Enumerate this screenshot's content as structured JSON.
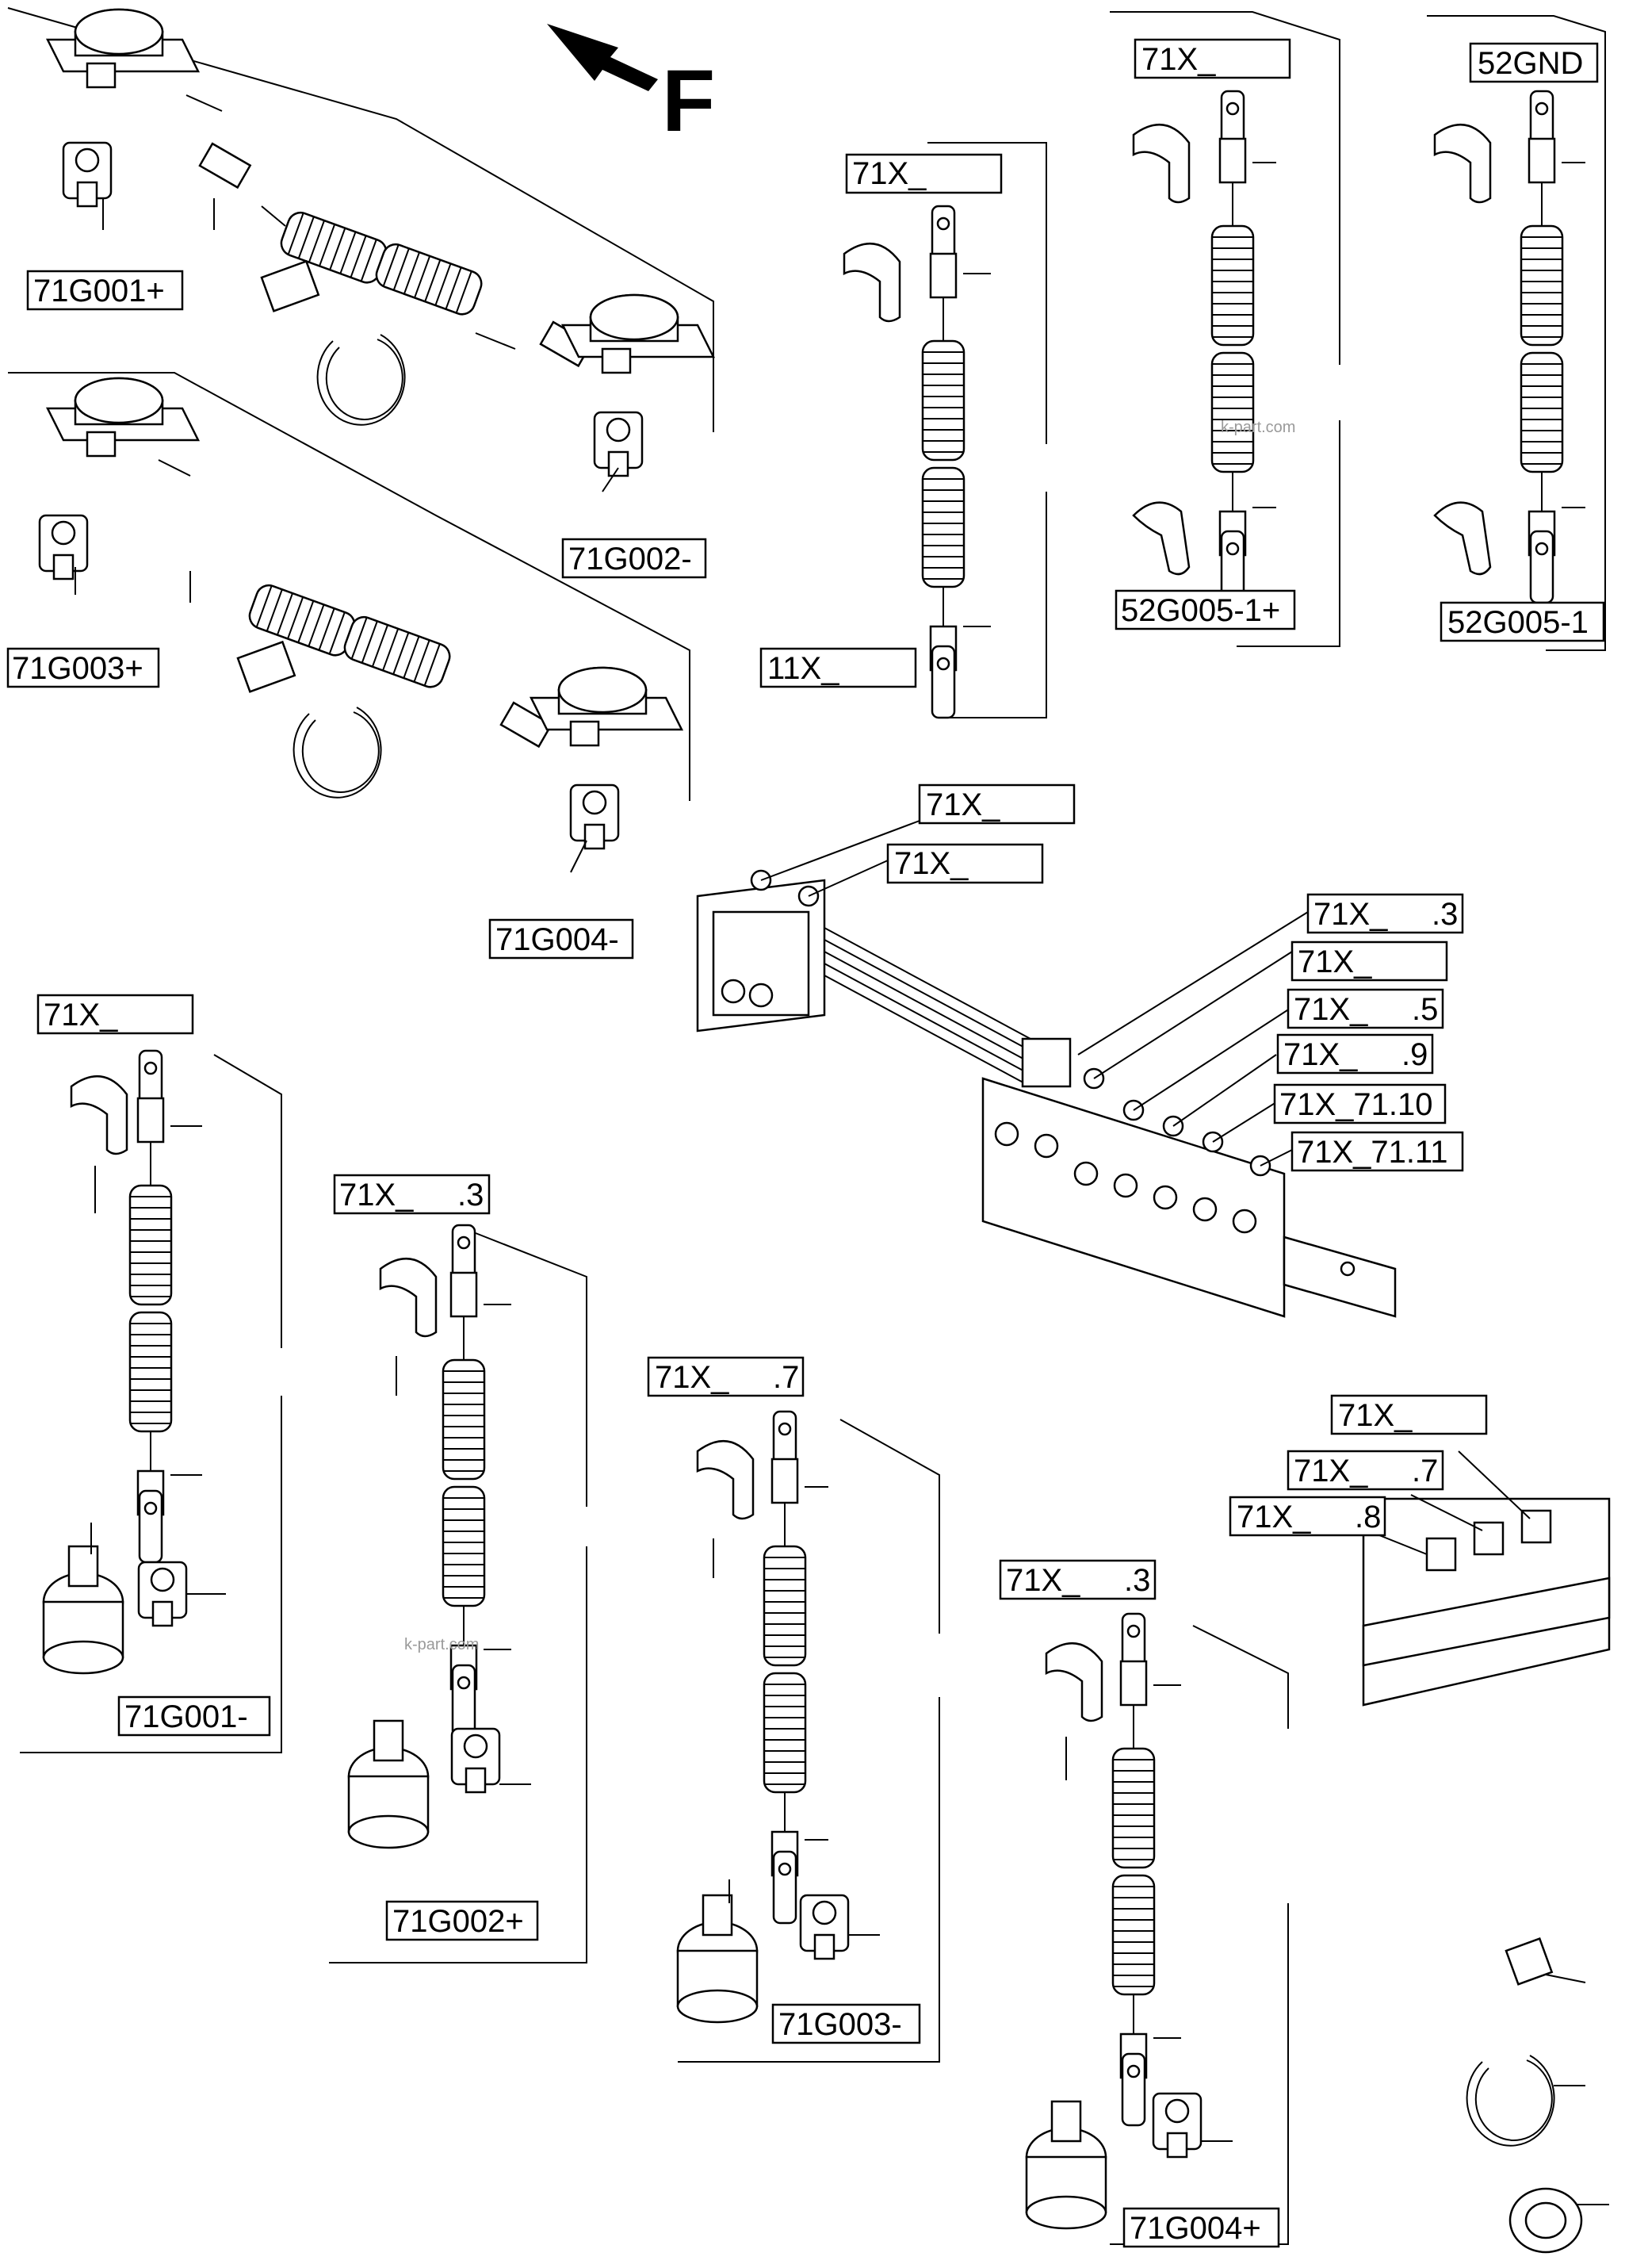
{
  "direction_marker": {
    "letter": "F"
  },
  "labels": {
    "g001p": "71G001+",
    "g002m": "71G002-",
    "g003p": "71G003+",
    "g004m": "71G004-",
    "x_a": "71X_",
    "x_11": "11X_",
    "x_b": "71X_",
    "g005p": "52G005-1+",
    "gnd": "52GND",
    "g005m": "52G005-1",
    "rail_1": "71X_",
    "rail_2": "71X_",
    "rail_3": "71X_     .3",
    "rail_4": "71X_",
    "rail_5": "71X_     .5",
    "rail_6": "71X_     .9",
    "rail_7": "71X_71.10",
    "rail_8": "71X_71.11",
    "left_top": "71X_",
    "g001m": "71G001-",
    "mid_3": "71X_     .3",
    "g002p": "71G002+",
    "mid_7": "71X_     .7",
    "g003m": "71G003-",
    "right_3": "71X_     .3",
    "g004p": "71G004+",
    "small_1": "71X_",
    "small_7": "71X_     .7",
    "small_8": "71X_     .8"
  },
  "watermark": "k-part.com"
}
